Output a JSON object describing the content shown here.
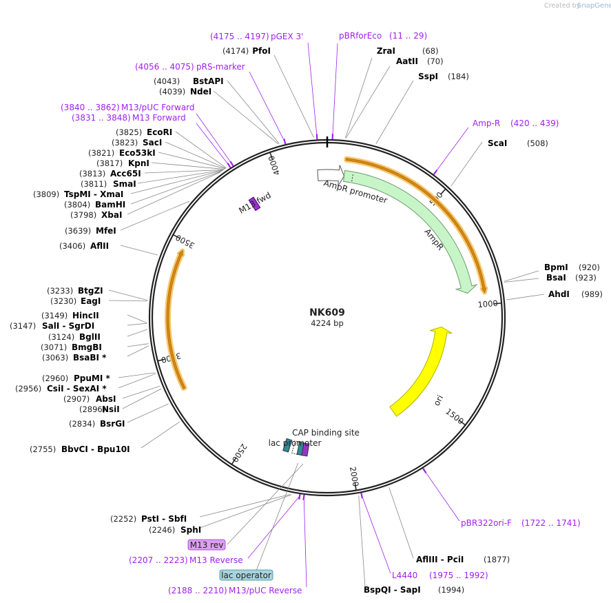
{
  "plasmid": {
    "name": "NK609",
    "size_label": "4224 bp",
    "length": 4224
  },
  "credit": {
    "created_by": "Created by",
    "brand": "SnapGene"
  },
  "ticks": [
    {
      "pos": 500,
      "label": "500"
    },
    {
      "pos": 1000,
      "label": "1000"
    },
    {
      "pos": 1500,
      "label": "1500"
    },
    {
      "pos": 2000,
      "label": "2000"
    },
    {
      "pos": 2500,
      "label": "2500"
    },
    {
      "pos": 3000,
      "label": "3000"
    },
    {
      "pos": 3500,
      "label": "3500"
    },
    {
      "pos": 4000,
      "label": "4000"
    }
  ],
  "features": [
    {
      "name": "AmpR promoter",
      "type": "promoter",
      "start": 4180,
      "end": 80,
      "color": "#ffffff"
    },
    {
      "name": "AmpR",
      "type": "gene",
      "start": 80,
      "end": 940,
      "color": "#c8f5c8"
    },
    {
      "name": "ori",
      "type": "origin",
      "start": 1110,
      "end": 1700,
      "color": "#ffff00"
    },
    {
      "name": "CAP binding site",
      "type": "protein_bind",
      "start": 2283,
      "end": 2305,
      "color": "#2e8b9a"
    },
    {
      "name": "lac promoter",
      "type": "promoter",
      "start": 2247,
      "end": 2278,
      "color": "#ffffff"
    },
    {
      "name": "lac operator",
      "type": "protein_bind",
      "start": 2218,
      "end": 2235,
      "color": "#2e8b9a"
    },
    {
      "name": "M13 rev",
      "type": "primer_bind",
      "start": 2207,
      "end": 2223,
      "color": "#9932cc"
    },
    {
      "name": "M13 fwd",
      "type": "primer_bind",
      "start": 3831,
      "end": 3848,
      "color": "#9932cc"
    }
  ],
  "orfs": [
    {
      "start": 80,
      "end": 950,
      "direction": "forward"
    },
    {
      "start": 2860,
      "end": 3460,
      "direction": "forward"
    }
  ],
  "enzymes": [
    {
      "name": "PfoI",
      "pos": 4174
    },
    {
      "name": "ZraI",
      "pos": 68
    },
    {
      "name": "AatII",
      "pos": 70
    },
    {
      "name": "SspI",
      "pos": 184
    },
    {
      "name": "ScaI",
      "pos": 508
    },
    {
      "name": "BpmI",
      "pos": 920
    },
    {
      "name": "BsaI",
      "pos": 923
    },
    {
      "name": "AhdI",
      "pos": 989
    },
    {
      "name": "AflIII - PciI",
      "pos": 1877
    },
    {
      "name": "BspQI - SapI",
      "pos": 1994
    },
    {
      "name": "PstI - SbfI",
      "pos": 2252
    },
    {
      "name": "SphI",
      "pos": 2246
    },
    {
      "name": "BbvCI - Bpu10I",
      "pos": 2755
    },
    {
      "name": "BsrGI",
      "pos": 2834
    },
    {
      "name": "NsiI",
      "pos": 2896
    },
    {
      "name": "AbsI",
      "pos": 2907
    },
    {
      "name": "CsiI - SexAI *",
      "pos": 2956
    },
    {
      "name": "PpuMI *",
      "pos": 2960
    },
    {
      "name": "BsaBI *",
      "pos": 3063
    },
    {
      "name": "BmgBI",
      "pos": 3071
    },
    {
      "name": "BglII",
      "pos": 3124
    },
    {
      "name": "SalI - SgrDI",
      "pos": 3147
    },
    {
      "name": "HincII",
      "pos": 3149
    },
    {
      "name": "EagI",
      "pos": 3230
    },
    {
      "name": "BtgZI",
      "pos": 3233
    },
    {
      "name": "AflII",
      "pos": 3406
    },
    {
      "name": "MfeI",
      "pos": 3639
    },
    {
      "name": "XbaI",
      "pos": 3798
    },
    {
      "name": "BamHI",
      "pos": 3804
    },
    {
      "name": "TspMI - XmaI",
      "pos": 3809
    },
    {
      "name": "SmaI",
      "pos": 3811
    },
    {
      "name": "Acc65I",
      "pos": 3813
    },
    {
      "name": "KpnI",
      "pos": 3817
    },
    {
      "name": "Eco53kI",
      "pos": 3821
    },
    {
      "name": "SacI",
      "pos": 3823
    },
    {
      "name": "EcoRI",
      "pos": 3825
    },
    {
      "name": "NdeI",
      "pos": 4039
    },
    {
      "name": "BstAPI",
      "pos": 4043
    }
  ],
  "primers": [
    {
      "name": "pGEX 3'",
      "range": "(4175 .. 4197)",
      "pos": 4186
    },
    {
      "name": "pBRforEco",
      "range": "(11 .. 29)",
      "pos": 20
    },
    {
      "name": "pRS-marker",
      "range": "(4056 .. 4075)",
      "pos": 4065
    },
    {
      "name": "M13/pUC Forward",
      "range": "(3840 .. 3862)",
      "pos": 3851
    },
    {
      "name": "M13 Forward",
      "range": "(3831 .. 3848)",
      "pos": 3839
    },
    {
      "name": "Amp-R",
      "range": "(420 .. 439)",
      "pos": 430
    },
    {
      "name": "pBR322ori-F",
      "range": "(1722 .. 1741)",
      "pos": 1731
    },
    {
      "name": "L4440",
      "range": "(1975 .. 1992)",
      "pos": 1983
    },
    {
      "name": "M13 Reverse",
      "range": "(2207 .. 2223)",
      "pos": 2215
    },
    {
      "name": "M13/pUC Reverse",
      "range": "(2188 .. 2210)",
      "pos": 2199
    }
  ]
}
